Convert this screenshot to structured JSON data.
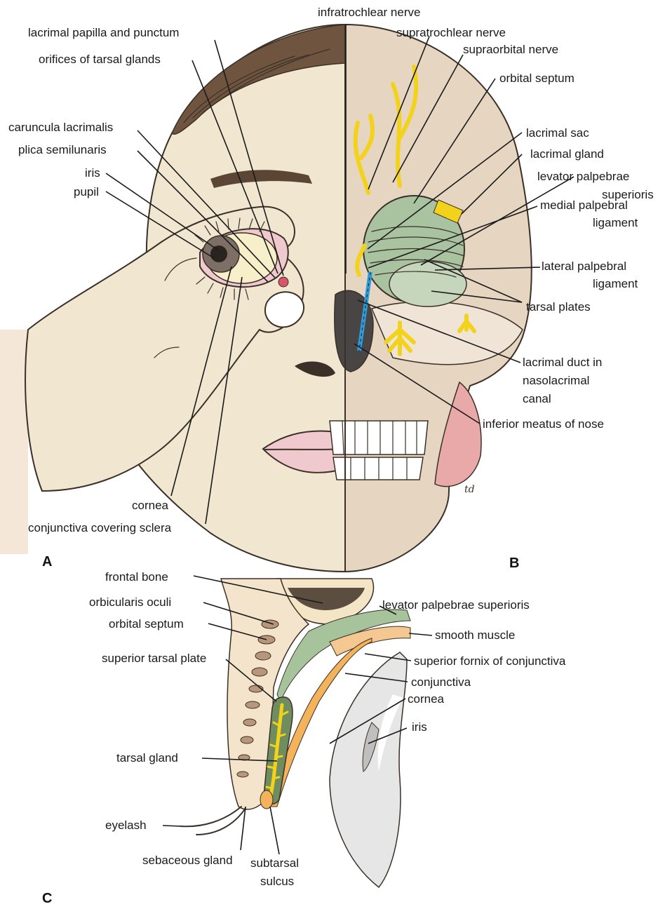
{
  "figure": {
    "panels": {
      "a": "A",
      "b": "B",
      "c": "C"
    },
    "signature": "td",
    "colors": {
      "skin": "#f1e6d0",
      "skull": "#e8d9c4",
      "hair": "#6f5540",
      "nerve": "#f2d21a",
      "muscle_green": "#9bb28d",
      "duct_blue": "#2f9ad8",
      "lip_pink": "#f0c9cf",
      "orange": "#f4b35a"
    },
    "labels_ab": {
      "infratrochlear_nerve": "infratrochlear nerve",
      "lacrimal_papilla": "lacrimal papilla and punctum",
      "supratrochlear_nerve": "supratrochlear nerve",
      "supraorbital_nerve": "supraorbital nerve",
      "orifices_tarsal_glands": "orifices of tarsal glands",
      "orbital_septum": "orbital septum",
      "caruncula": "caruncula lacrimalis",
      "lacrimal_sac": "lacrimal sac",
      "plica": "plica semilunaris",
      "lacrimal_gland": "lacrimal gland",
      "iris": "iris",
      "levator_1": "levator palpebrae",
      "levator_2": "superioris",
      "pupil": "pupil",
      "medial_palpebral_1": "medial palpebral",
      "medial_palpebral_2": "ligament",
      "lateral_palpebral_1": "lateral palpebral",
      "lateral_palpebral_2": "ligament",
      "tarsal_plates": "tarsal plates",
      "lacrimal_duct_1": "lacrimal duct in",
      "lacrimal_duct_2": "nasolacrimal",
      "lacrimal_duct_3": "canal",
      "inferior_meatus": "inferior meatus of nose",
      "cornea": "cornea",
      "conjunctiva_sclera": "conjunctiva covering sclera"
    },
    "labels_c": {
      "frontal_bone": "frontal bone",
      "orbicularis": "orbicularis oculi",
      "levator": "levator palpebrae superioris",
      "orbital_septum": "orbital septum",
      "smooth_muscle": "smooth muscle",
      "superior_tarsal": "superior tarsal plate",
      "superior_fornix": "superior fornix of conjunctiva",
      "conjunctiva": "conjunctiva",
      "cornea": "cornea",
      "iris": "iris",
      "tarsal_gland": "tarsal gland",
      "eyelash": "eyelash",
      "sebaceous": "sebaceous gland",
      "subtarsal_1": "subtarsal",
      "subtarsal_2": "sulcus"
    }
  }
}
